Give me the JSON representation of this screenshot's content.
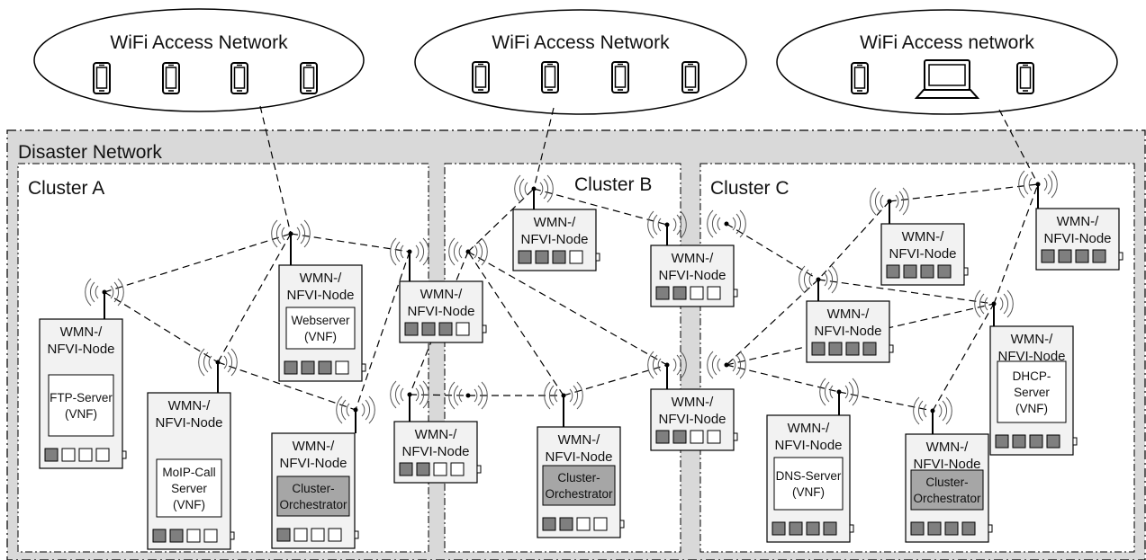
{
  "wifi_networks": [
    {
      "id": "wa",
      "label": "WiFi Access Network",
      "devices": [
        "phone",
        "phone",
        "phone",
        "phone"
      ]
    },
    {
      "id": "wb",
      "label": "WiFi Access Network",
      "devices": [
        "phone",
        "phone",
        "phone",
        "phone"
      ]
    },
    {
      "id": "wc",
      "label": "WiFi Access network",
      "devices": [
        "phone",
        "laptop",
        "phone"
      ]
    }
  ],
  "disaster_network": {
    "label": "Disaster Network"
  },
  "clusters": [
    {
      "id": "A",
      "label": "Cluster A"
    },
    {
      "id": "B",
      "label": "Cluster B"
    },
    {
      "id": "C",
      "label": "Cluster C"
    }
  ],
  "node_title_1": "WMN-/",
  "node_title_2": "NFVI-Node",
  "nodes": [
    {
      "id": "a1",
      "service": [
        "FTP-Server",
        "(VNF)"
      ],
      "service_shaded": false,
      "slots": [
        1,
        0,
        0,
        0
      ]
    },
    {
      "id": "a2",
      "service": [
        "MoIP-Call",
        "Server",
        "(VNF)"
      ],
      "service_shaded": false,
      "slots": [
        1,
        1,
        0,
        0
      ]
    },
    {
      "id": "a3",
      "service": [
        "Webserver",
        "(VNF)"
      ],
      "service_shaded": false,
      "slots": [
        1,
        1,
        1,
        0
      ]
    },
    {
      "id": "a4",
      "service": [
        "Cluster-",
        "Orchestrator"
      ],
      "service_shaded": true,
      "slots": [
        1,
        0,
        0,
        0
      ]
    },
    {
      "id": "a5",
      "service": [],
      "service_shaded": false,
      "slots": [
        1,
        1,
        0,
        0
      ]
    },
    {
      "id": "ab",
      "service": [],
      "service_shaded": false,
      "slots": [
        1,
        1,
        1,
        0
      ]
    },
    {
      "id": "b1",
      "service": [],
      "service_shaded": false,
      "slots": [
        1,
        1,
        1,
        0
      ]
    },
    {
      "id": "b2",
      "service": [
        "Cluster-",
        "Orchestrator"
      ],
      "service_shaded": true,
      "slots": [
        1,
        1,
        0,
        0
      ]
    },
    {
      "id": "bc1",
      "service": [],
      "service_shaded": false,
      "slots": [
        1,
        1,
        0,
        0
      ]
    },
    {
      "id": "bc2",
      "service": [],
      "service_shaded": false,
      "slots": [
        1,
        1,
        0,
        0
      ]
    },
    {
      "id": "c1",
      "service": [],
      "service_shaded": false,
      "slots": [
        1,
        1,
        1,
        1
      ]
    },
    {
      "id": "c2",
      "service": [],
      "service_shaded": false,
      "slots": [
        1,
        1,
        1,
        1
      ]
    },
    {
      "id": "c3",
      "service": [],
      "service_shaded": false,
      "slots": [
        1,
        1,
        1,
        1
      ]
    },
    {
      "id": "c4",
      "service": [
        "DHCP-",
        "Server",
        "(VNF)"
      ],
      "service_shaded": false,
      "slots": [
        1,
        1,
        1,
        1
      ]
    },
    {
      "id": "c5",
      "service": [
        "DNS-Server",
        "(VNF)"
      ],
      "service_shaded": false,
      "slots": [
        1,
        1,
        1,
        1
      ]
    },
    {
      "id": "c6",
      "service": [
        "Cluster-",
        "Orchestrator"
      ],
      "service_shaded": true,
      "slots": [
        1,
        1,
        1,
        1
      ]
    }
  ],
  "colors": {
    "region_fill": "#d9d9d9",
    "slot_filled": "#7f7f7f",
    "orchestrator_fill": "#a6a6a6",
    "line": "#000000"
  }
}
